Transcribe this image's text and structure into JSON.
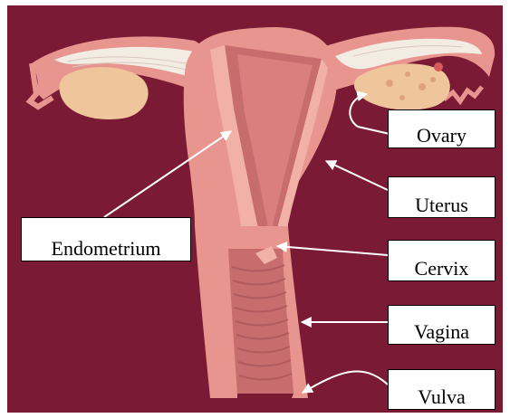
{
  "labels": {
    "endometrium": "Endometrium",
    "ovary": "Ovary",
    "uterus": "Uterus",
    "cervix": "Cervix",
    "vagina": "Vagina",
    "vulva": "Vulva"
  },
  "colors": {
    "background": "#7a1a35",
    "tissue": "#e8948f",
    "tissue_light": "#f2b1a6",
    "tissue_dark": "#c86d6e",
    "ovary": "#efc59c",
    "tube_inner": "#f3ece2",
    "arrow": "#ffffff"
  }
}
